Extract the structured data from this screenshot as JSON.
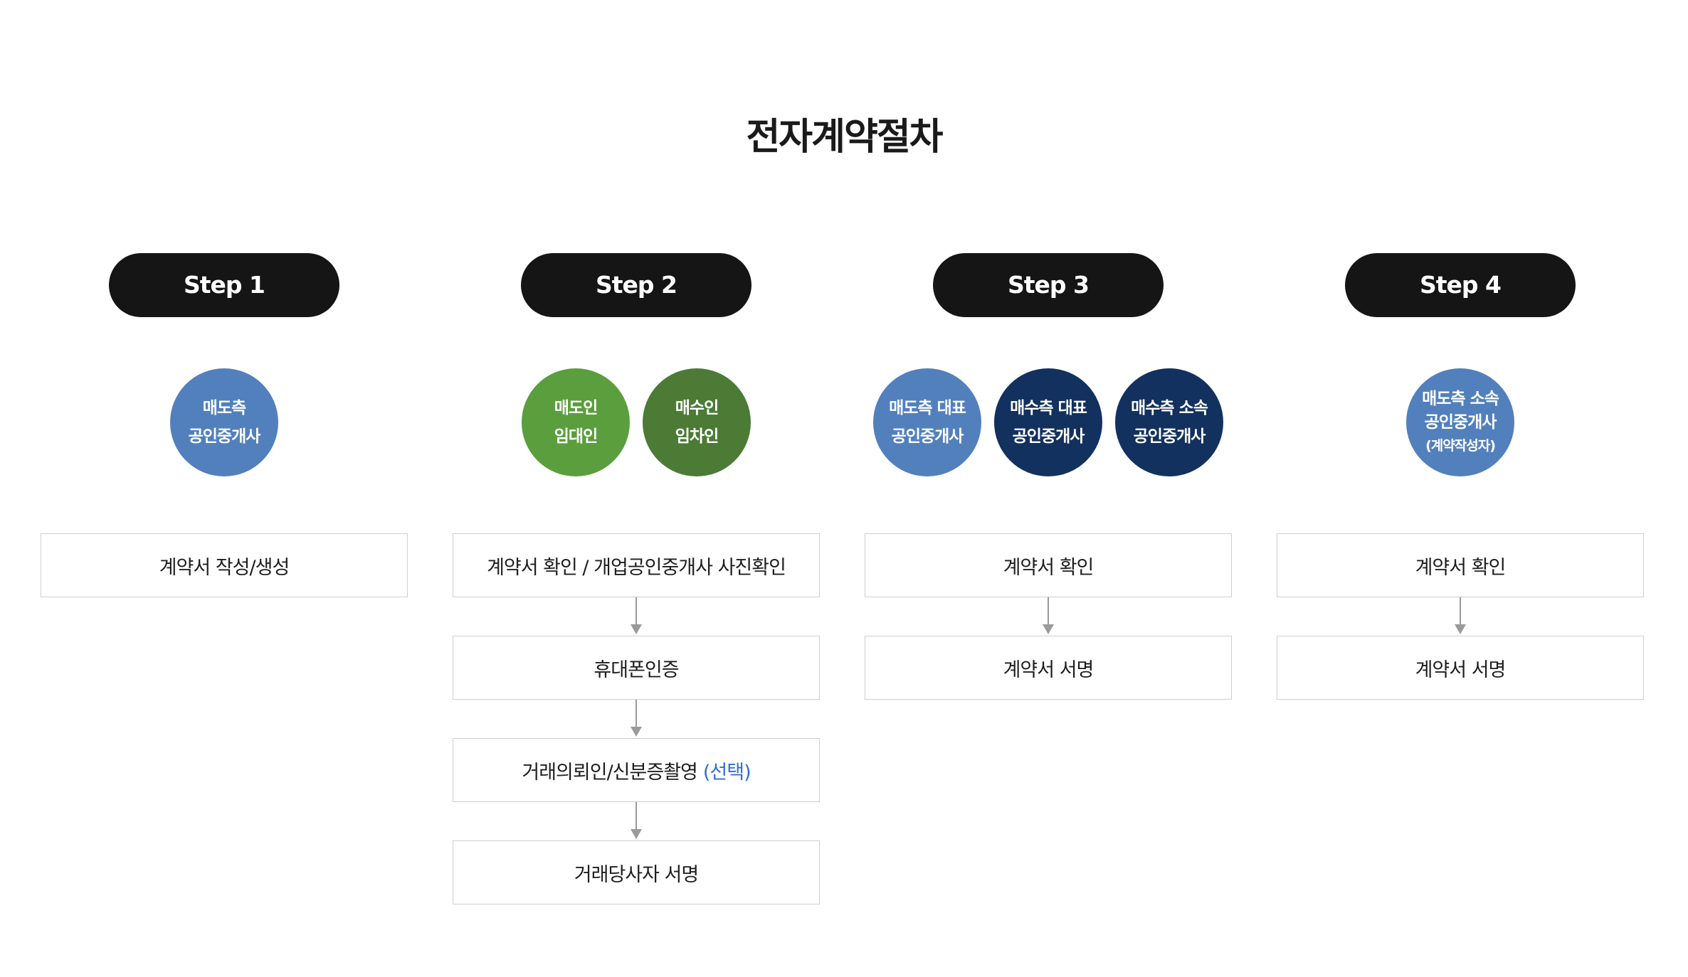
{
  "title": "전자계약절차",
  "colors": {
    "step_pill": "#151515",
    "role_seller_agent": "#5280bd",
    "role_buyer_agent": "#13315f",
    "role_seller": "#5b9e3d",
    "role_buyer": "#4b7b35",
    "optional_accent": "#2f6fd6",
    "connector": "#9a9a9a",
    "box_border": "#cfcfcf"
  },
  "steps": [
    {
      "label": "Step 1",
      "roles": [
        {
          "lines": [
            "매도측",
            "공인중개사"
          ],
          "color": "#5280bd"
        }
      ],
      "boxes": [
        {
          "text": "계약서 작성/생성",
          "note": ""
        }
      ]
    },
    {
      "label": "Step 2",
      "roles": [
        {
          "lines": [
            "매도인",
            "임대인"
          ],
          "color": "#5b9e3d"
        },
        {
          "lines": [
            "매수인",
            "임차인"
          ],
          "color": "#4b7b35"
        }
      ],
      "boxes": [
        {
          "text": "계약서 확인 / 개업공인중개사 사진확인",
          "note": ""
        },
        {
          "text": "휴대폰인증",
          "note": ""
        },
        {
          "text": "거래의뢰인/신분증촬영",
          "note": "(선택)"
        },
        {
          "text": "거래당사자 서명",
          "note": ""
        }
      ]
    },
    {
      "label": "Step 3",
      "roles": [
        {
          "lines": [
            "매도측 대표",
            "공인중개사"
          ],
          "color": "#5280bd"
        },
        {
          "lines": [
            "매수측 대표",
            "공인중개사"
          ],
          "color": "#13315f"
        },
        {
          "lines": [
            "매수측 소속",
            "공인중개사"
          ],
          "color": "#13315f"
        }
      ],
      "boxes": [
        {
          "text": "계약서 확인",
          "note": ""
        },
        {
          "text": "계약서 서명",
          "note": ""
        }
      ]
    },
    {
      "label": "Step 4",
      "roles": [
        {
          "lines": [
            "매도측 소속",
            "공인중개사",
            "(계약작성자)"
          ],
          "color": "#5280bd"
        }
      ],
      "boxes": [
        {
          "text": "계약서 확인",
          "note": ""
        },
        {
          "text": "계약서 서명",
          "note": ""
        }
      ]
    }
  ]
}
